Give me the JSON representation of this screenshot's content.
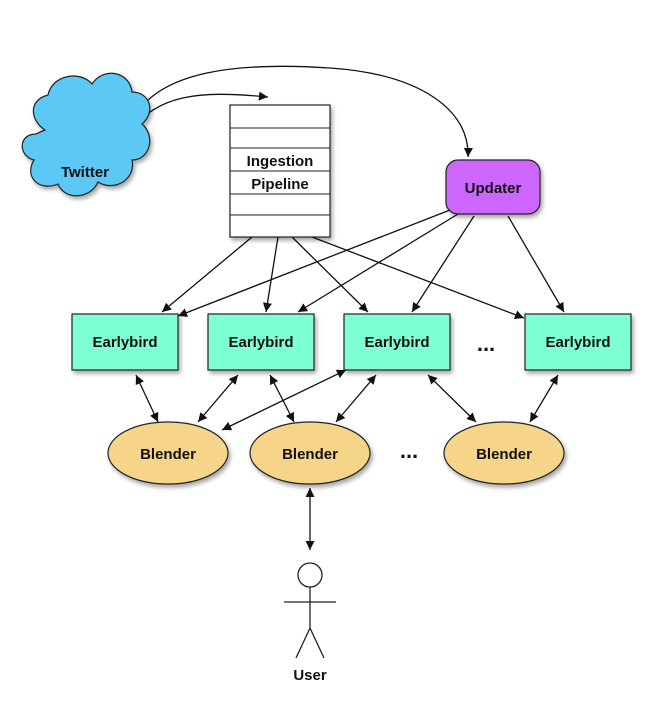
{
  "nodes": {
    "twitter": "Twitter",
    "ingestion_line1": "Ingestion",
    "ingestion_line2": "Pipeline",
    "updater": "Updater",
    "earlybird_1": "Earlybird",
    "earlybird_2": "Earlybird",
    "earlybird_3": "Earlybird",
    "earlybird_4": "Earlybird",
    "blender_1": "Blender",
    "blender_2": "Blender",
    "blender_3": "Blender",
    "user": "User"
  },
  "ellipses": {
    "earlybirds": "...",
    "blenders": "..."
  },
  "colors": {
    "twitter_fill": "#5bc8f5",
    "updater_fill": "#cc66ff",
    "earlybird_fill": "#7fffd4",
    "blender_fill": "#f6d58a",
    "pipeline_fill": "#ffffff"
  }
}
